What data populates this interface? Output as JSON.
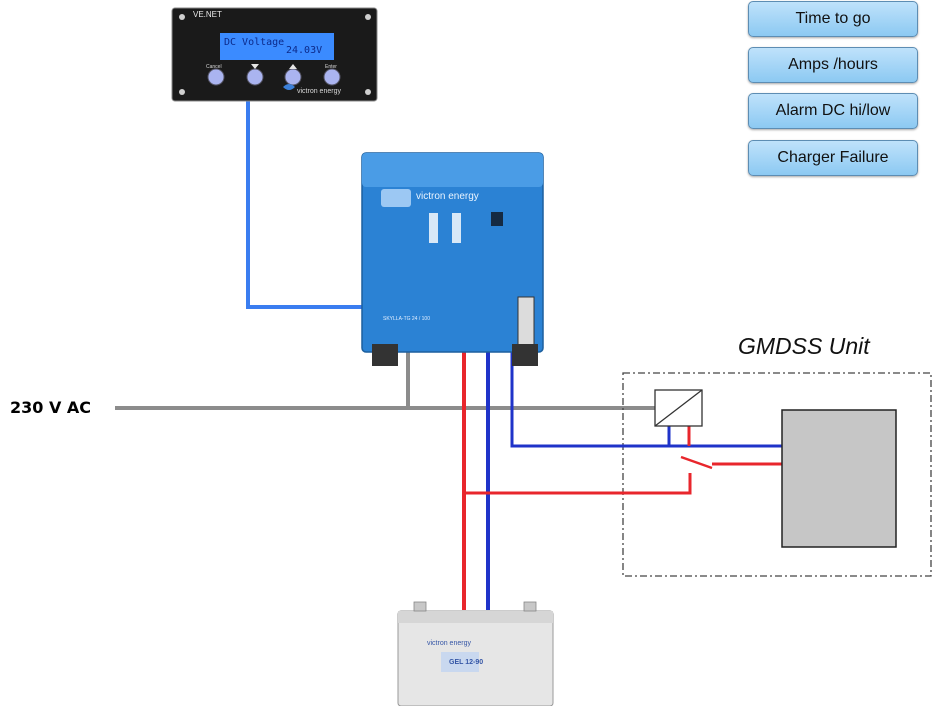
{
  "buttons": [
    {
      "label": "Time to go"
    },
    {
      "label": "Amps /hours"
    },
    {
      "label": "Alarm DC hi/low"
    },
    {
      "label": "Charger Failure"
    }
  ],
  "labels": {
    "ac_input": "230 V AC",
    "gmdss_unit": "GMDSS Unit"
  },
  "control_panel": {
    "title": "VE.NET",
    "lcd_line1": "DC Voltage",
    "lcd_line2": "24.03V",
    "keys": [
      "Cancel",
      "",
      "",
      "Enter"
    ],
    "brand": "victron energy"
  },
  "charger": {
    "brand": "victron energy",
    "model": "SKYLLA-TG 24 / 100"
  },
  "battery": {
    "brand": "victron energy",
    "type": "GEL 12-90"
  },
  "colors": {
    "positive_wire": "#e8262c",
    "negative_wire": "#1f33c9",
    "data_cable": "#3a7df0",
    "ac_wire": "#8c8c8c",
    "button_fill": "#a9d6f7",
    "charger_blue": "#2b82d4"
  }
}
